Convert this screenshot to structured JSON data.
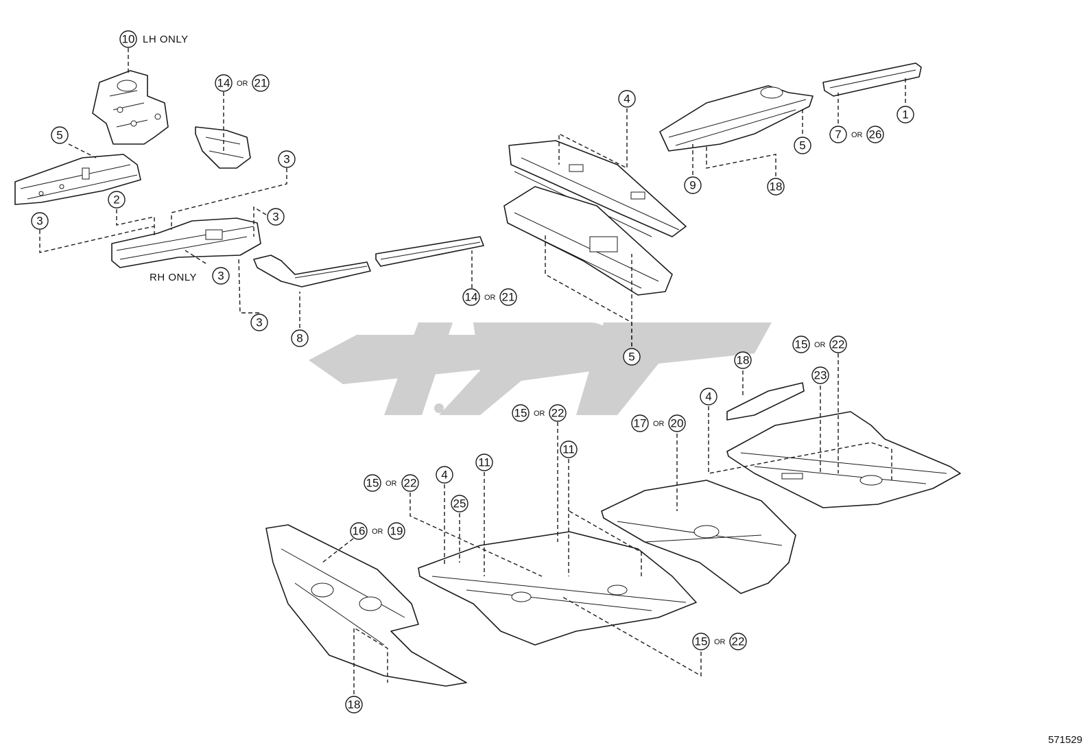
{
  "diagram_number": "571529",
  "or_word": "OR",
  "notes": {
    "lh_only": "LH ONLY",
    "rh_only": "RH ONLY"
  },
  "callouts": {
    "c10": "10",
    "c14a": "14",
    "c21a": "21",
    "c5a": "5",
    "c3a": "3",
    "c2": "2",
    "c3b": "3",
    "c3c": "3",
    "c3d": "3",
    "c3e": "3",
    "c8": "8",
    "c14b": "14",
    "c21b": "21",
    "c4a": "4",
    "c5b": "5",
    "c5c": "5",
    "c1": "1",
    "c7": "7",
    "c26": "26",
    "c9": "9",
    "c18a": "18",
    "c15a": "15",
    "c22a": "22",
    "c18b": "18",
    "c23": "23",
    "c4b": "4",
    "c17": "17",
    "c20": "20",
    "c15b": "15",
    "c22b": "22",
    "c11a": "11",
    "c11b": "11",
    "c4c": "4",
    "c25": "25",
    "c15c": "15",
    "c22c": "22",
    "c16": "16",
    "c19": "19",
    "c15d": "15",
    "c22d": "22",
    "c18c": "18"
  },
  "watermark_color": "#cfcfcf"
}
